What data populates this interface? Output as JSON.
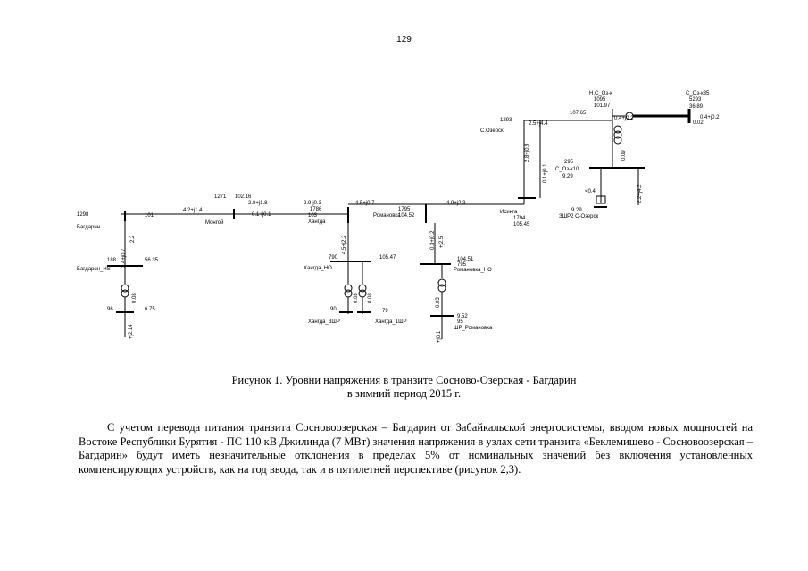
{
  "page_number": "129",
  "diagram": {
    "labels": {
      "bagdarin_v": "1298",
      "bagdarin": "Багдарин",
      "bagdarin_load": "101",
      "line1_flow": "4.2+j1.4",
      "line1_flow2": "3.4+j0.7",
      "line1_flow3": "2.2",
      "bagdarin_hd_v": "188",
      "bagdarin_hd_val": "56.35",
      "bagdarin_hd": "Багдарин_HS",
      "bagdarin_bot_v": "96",
      "bagdarin_bot_val": "6.75",
      "bagdarin_bot_flow": "+j2.14",
      "bagdarin_tr": "0.08",
      "mongoy_v": "1271",
      "mongoy_val": "102.16",
      "mongoy": "Монгой",
      "mongoy_flow": "2.8+j1.8",
      "mongoy_flow2": "0.1+j0.1",
      "hangda_v": "1786",
      "hangda_val": "103",
      "hangda": "Хангда",
      "hangda_flow": "2.9-j0.3",
      "hangda_down": "4.5+j2.2",
      "hangda_ho_v": "790",
      "hangda_ho_val": "105.47",
      "hangda_ho": "Хангда_HO",
      "hangda_b1_v": "90",
      "hangda_b1": "Хангда_ЗШР",
      "hangda_b2_v": "79",
      "hangda_b2": "Хангда_1ШР",
      "hangda_tr1": "0.08",
      "hangda_tr2": "0.08",
      "romanovka_v": "1795",
      "romanovka_val": "104.52",
      "romanovka": "Романовка",
      "romanovka_flow": "4.5+j0.7",
      "romanovka_down": "0.3+j0.2",
      "romanovka_down2": "+j2.5",
      "romanovka_ho_val": "104.51",
      "romanovka_ho_v": "795",
      "romanovka_ho": "Романовка_HO",
      "romanovka_tr": "0.03",
      "romanovka_bot_v": "9.52",
      "romanovka_bot_val": "95",
      "romanovka_bot": "ШР_Романовка",
      "romanovka_bot_flow": "+j0.1",
      "irkinga": "Исинга",
      "irkinga_flow": "4.9+j2.3",
      "irkinga_v": "1794",
      "irkinga_val": "105.45",
      "sozero_v": "1293",
      "sozero": "С.Озерск",
      "sozero_flow": "2.5+j4.4",
      "sozero_down": "2.8+j0.9",
      "sozero_down2": "0.1+j0.1",
      "hs_v": "Н.С_Оз-к",
      "hs_v2": "1095",
      "hs_val": "107.65",
      "hs_val2": "101.97",
      "hs_flow": "0.4+j0.2",
      "c_oz_k35": "С_Оз-к35",
      "c_oz_k35_v": "5293",
      "c_oz_k35_val": "36.89",
      "c_oz_k35_flow": "0.4+j0.2",
      "c_oz_k35_flow2": "0.02",
      "c_oz_k10_v": "295",
      "c_oz_k10": "С_Оз-к10",
      "c_oz_k10_val": "9.29",
      "c_oz_tr": "0.09",
      "c_oz_load": "<0.4",
      "c_oz_bot": "9.29",
      "c_oz_bot2": "ЗШР2 С-Озерск",
      "c_oz_right": "2.2+j4.2"
    }
  },
  "caption": {
    "line1": "Рисунок 1. Уровни напряжения в транзите Сосново-Озерская - Багдарин",
    "line2": "в зимний период 2015 г."
  },
  "paragraph": "С учетом перевода питания транзита Сосновоозерская – Багдарин от Забайкальской энергосистемы, вводом новых мощностей на Востоке Республики Бурятия - ПС 110 кВ Джилинда (7 МВт) значения напряжения в узлах сети транзита «Беклемишево - Сосновоозерская – Багдарин» будут иметь незначительные отклонения в пределах 5% от номинальных значений без включения установленных компенсирующих устройств, как на год ввода, так и в пятилетней перспективе (рисунок 2,3)."
}
